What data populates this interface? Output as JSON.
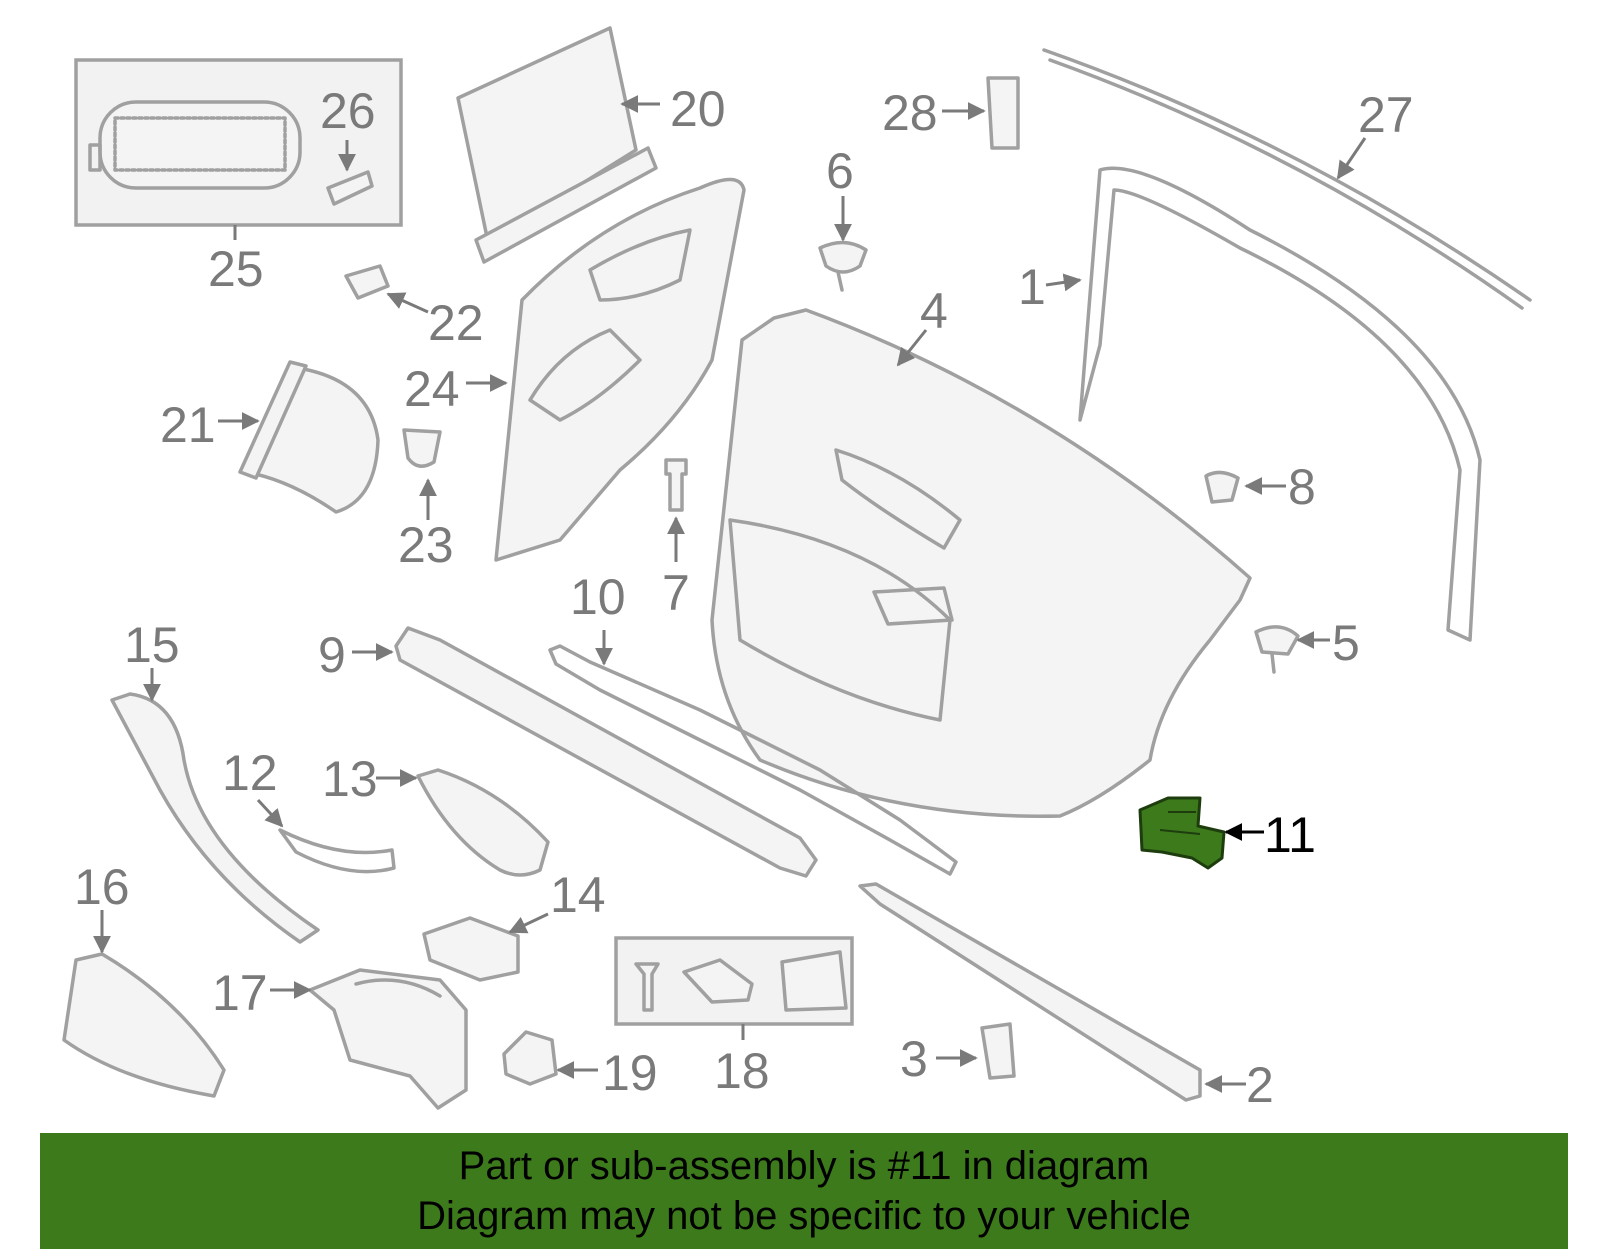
{
  "highlight_color": "#3c7a1c",
  "banner_color": "#3c7a1c",
  "banner": {
    "line1": "Part or sub-assembly is #11 in diagram",
    "line2": "Diagram may not be specific to your vehicle"
  },
  "highlighted_part": "11",
  "callouts": {
    "c1": "1",
    "c2": "2",
    "c3": "3",
    "c4": "4",
    "c5": "5",
    "c6": "6",
    "c7": "7",
    "c8": "8",
    "c9": "9",
    "c10": "10",
    "c11": "11",
    "c12": "12",
    "c13": "13",
    "c14": "14",
    "c15": "15",
    "c16": "16",
    "c17": "17",
    "c18": "18",
    "c19": "19",
    "c20": "20",
    "c21": "21",
    "c22": "22",
    "c23": "23",
    "c24": "24",
    "c25": "25",
    "c26": "26",
    "c27": "27",
    "c28": "28"
  }
}
